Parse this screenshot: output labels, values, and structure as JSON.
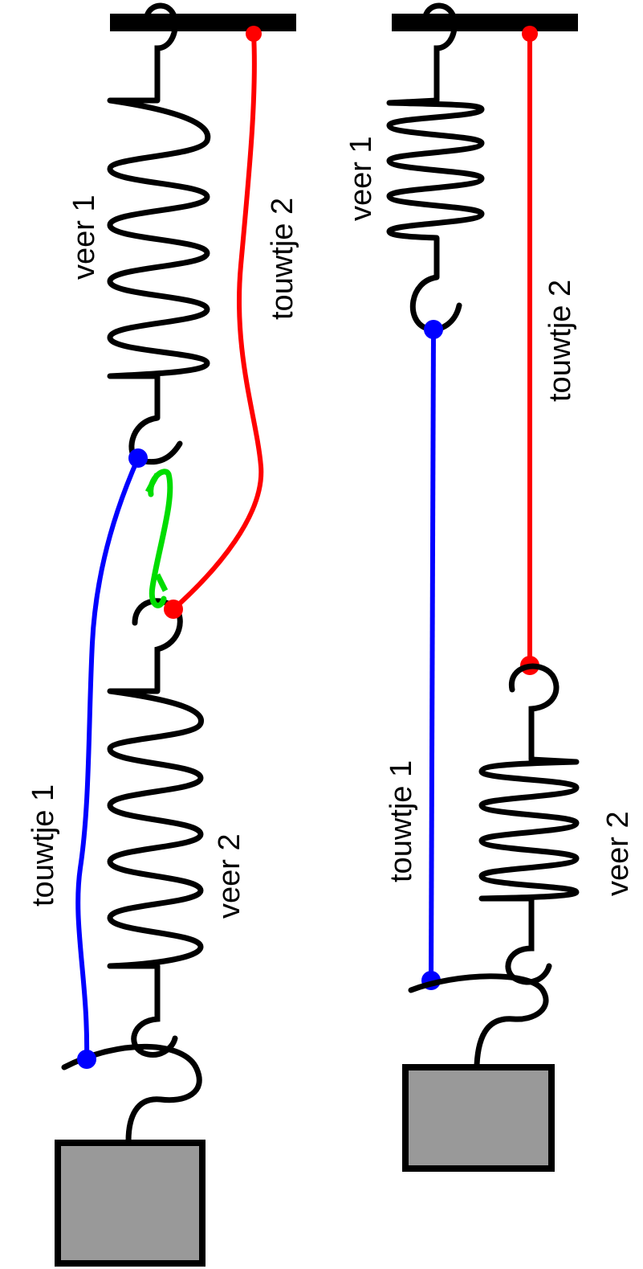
{
  "labels": {
    "left_veer1": "veer 1",
    "left_touwtje2": "touwtje 2",
    "left_touwtje1": "touwtje 1",
    "left_veer2": "veer 2",
    "right_veer1": "veer 1",
    "right_touwtje2": "touwtje 2",
    "right_touwtje1": "touwtje 1",
    "right_veer2": "veer 2"
  },
  "colors": {
    "spring": "#000000",
    "ceiling": "#000000",
    "touwtje1": "#0000ff",
    "touwtje2": "#ff0000",
    "link": "#00dd00",
    "mass": "#999999"
  }
}
